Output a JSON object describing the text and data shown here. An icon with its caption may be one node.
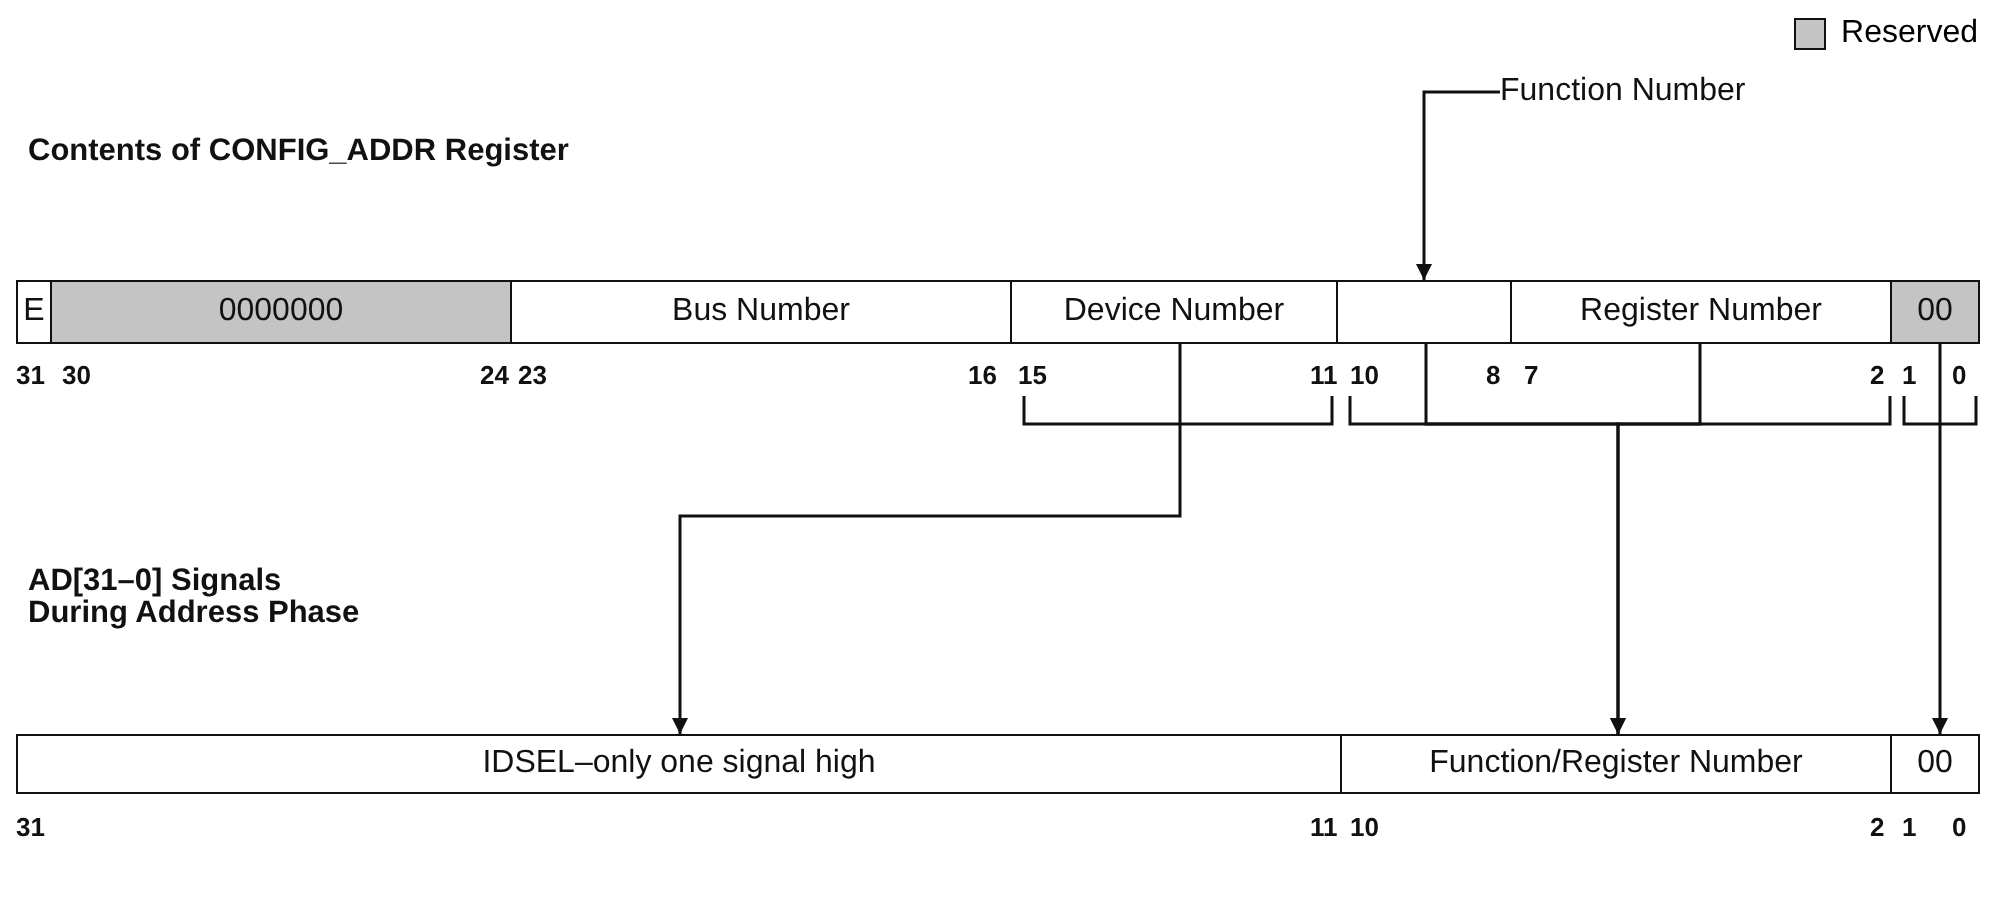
{
  "diagram": {
    "nodes": [
      {
        "text": [
          "E"
        ]
      },
      {
        "text": [
          "0000000"
        ]
      },
      {
        "text": [
          "Bus Number"
        ]
      },
      {
        "text": [
          "Device Number"
        ]
      },
      {
        "text": [],
        "shape": "box"
      },
      {
        "text": [
          "Register Number"
        ]
      },
      {
        "text": [
          "00"
        ]
      },
      {
        "text": [
          "Function Number"
        ]
      },
      {
        "text": [
          "IDSEL–only one signal high"
        ]
      },
      {
        "text": [
          "Function/Register Number"
        ]
      },
      {
        "text": [
          "00"
        ]
      }
    ],
    "edges": [
      {
        "from": 7,
        "to": 4,
        "arrow": "to"
      },
      {
        "from": 3,
        "to": 8,
        "arrow": "to"
      },
      {
        "from": 4,
        "to": 9,
        "arrow": "to"
      },
      {
        "from": 5,
        "to": 9,
        "arrow": "to"
      },
      {
        "from": 6,
        "to": 10,
        "arrow": "to"
      }
    ],
    "labels": [
      "Contents of CONFIG_ADDR Register",
      "31",
      "30",
      "24",
      "23",
      "16",
      "15",
      "11",
      "10",
      "8",
      "7",
      "2",
      "1",
      "0",
      "AD[31–0] Signals During Address Phase",
      "31",
      "11",
      "10",
      "2",
      "1",
      "0"
    ],
    "legend": [
      {
        "text": "Reserved",
        "color": "#c4c4c4"
      }
    ]
  }
}
